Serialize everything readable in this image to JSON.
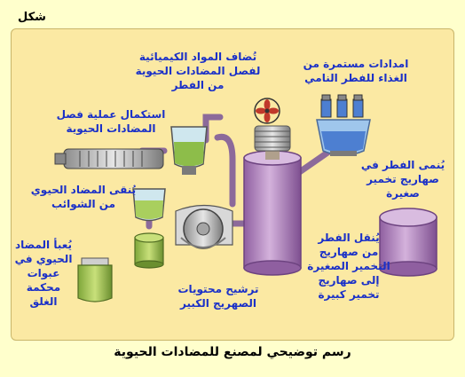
{
  "figure_label": "شكل",
  "caption": "رسم توضيحي لمصنع للمضادات الحيوية",
  "labels": {
    "add_chemicals": "تُضاف المواد الكيميائية\nلفصل المضادات الحيوية\nمن الفطر",
    "continuous_supply": "امدادات مستمرة من\nالغذاء للفطر النامي",
    "complete_separation": "استكمال عملية فصل\nالمضادات الحيوية",
    "fungus_grows": "يُنمى الفطر في\nصهاريج تخمير\nصغيرة",
    "purify": "يُنقى المضاد الحيوي\nمن الشوائب",
    "transfer_fungus": "يُنقل الفطر\nمن صهاريج\nالتخمير الصغيرة\nإلى صهاريج\nتخمير كبيرة",
    "pack": "يُعبأ المضاد\nالحيوي في\nعبوات محكمة\nالغلق",
    "filter": "ترشيح محتويات\nالصهريج الكبير"
  },
  "colors": {
    "panel": "#fbe9a3",
    "label_text": "#1a30c8",
    "tank": "#b98cc4",
    "glass": "#cfe7ee"
  }
}
